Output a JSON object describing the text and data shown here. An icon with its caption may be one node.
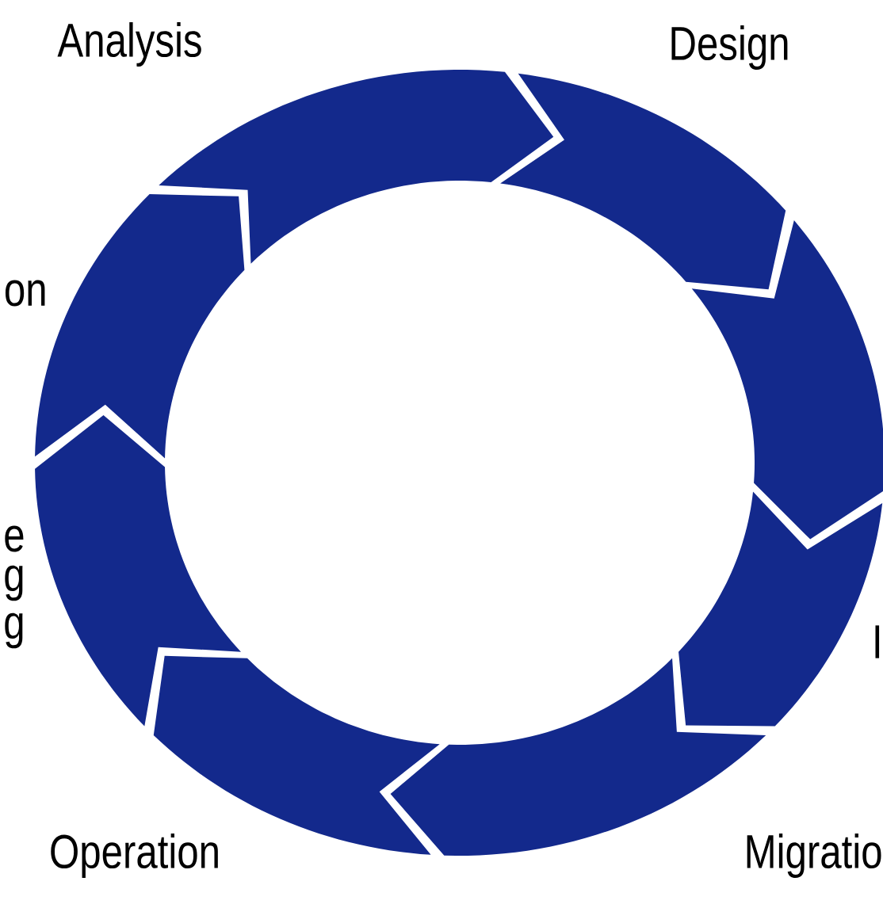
{
  "diagram": {
    "labels": [
      "Analysis",
      "Design",
      "on",
      "e",
      "g",
      "g",
      "I",
      "Migratio",
      "Operation"
    ]
  }
}
